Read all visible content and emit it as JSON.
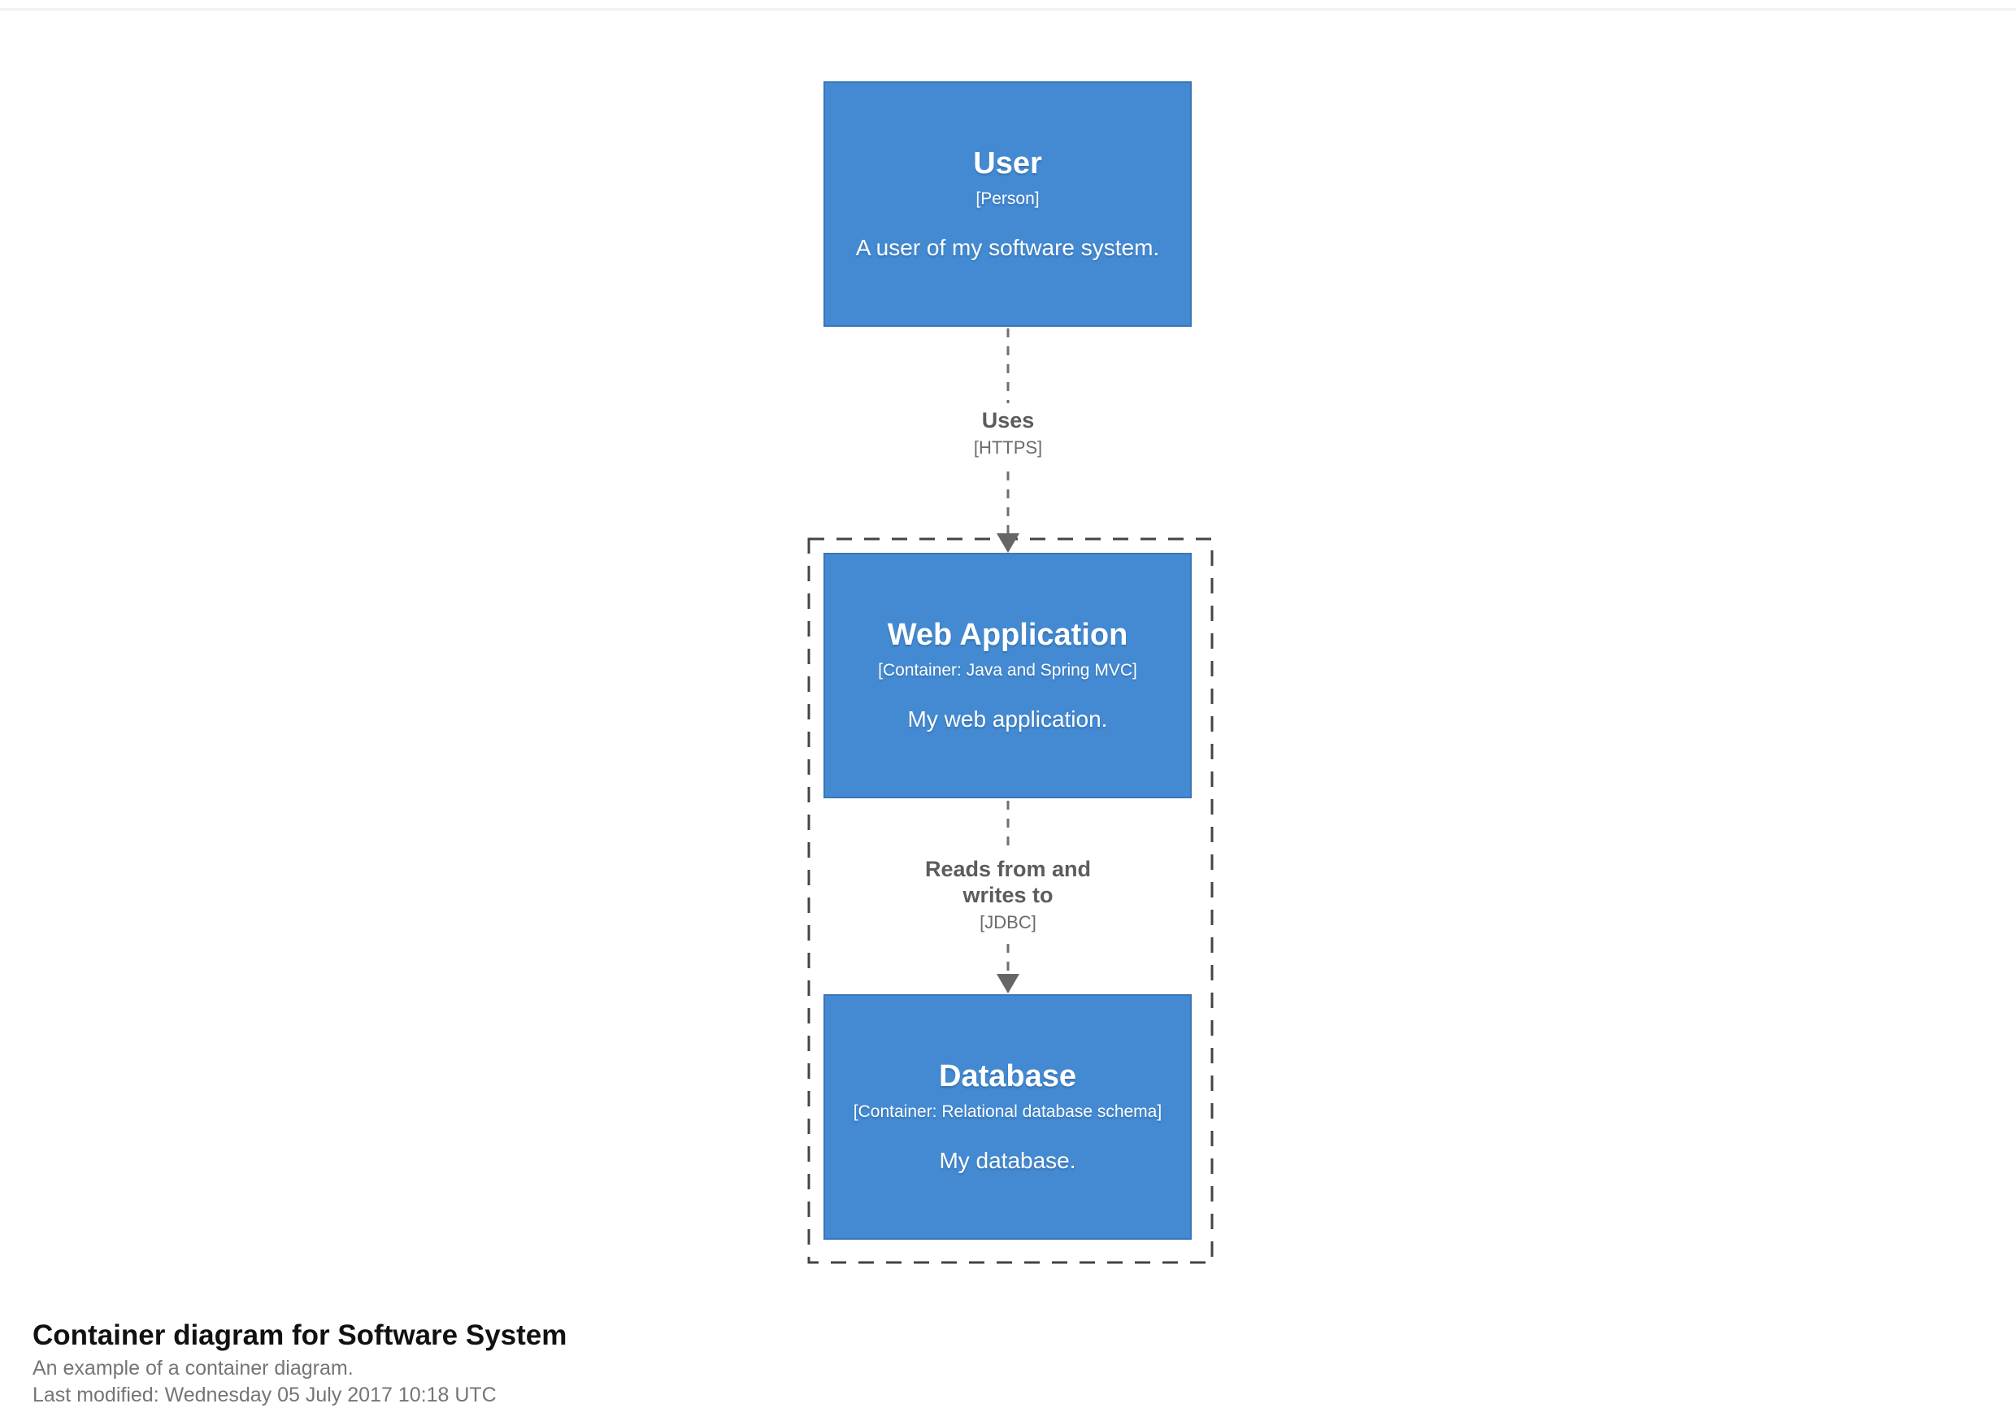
{
  "page": {
    "title_heading": "Container diagram for Software System",
    "subtitle": "An example of a container diagram.",
    "last_modified": "Last modified: Wednesday 05 July 2017 10:18 UTC"
  },
  "colors": {
    "element_fill": "#438AD3",
    "element_border": "#3B76B4",
    "element_text": "#FFFFFF",
    "boundary_stroke": "#444444",
    "relationship_stroke": "#707070",
    "relationship_text": "#5C5C5C"
  },
  "elements": [
    {
      "name": "User",
      "meta": "[Person]",
      "description": "A user of my software system."
    },
    {
      "name": "Web Application",
      "meta": "[Container: Java and Spring MVC]",
      "description": "My web application."
    },
    {
      "name": "Database",
      "meta": "[Container: Relational database schema]",
      "description": "My database."
    }
  ],
  "relationships": [
    {
      "name": "Uses",
      "meta": "[HTTPS]"
    },
    {
      "name": "Reads from and writes to",
      "meta": "[JDBC]"
    }
  ]
}
